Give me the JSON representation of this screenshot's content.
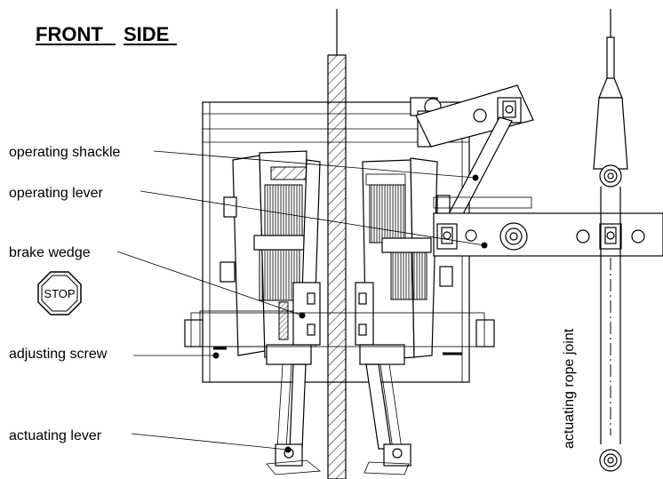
{
  "title": {
    "word1": "FRONT",
    "word2": "SIDE"
  },
  "labels": {
    "operating_shackle": "operating shackle",
    "operating_lever": "operating lever",
    "brake_wedge": "brake wedge",
    "adjusting_screw": "adjusting screw",
    "actuating_lever": "actuating lever",
    "actuating_rope_joint": "actuating rope joint"
  },
  "stop_sign": {
    "text": "STOP"
  }
}
